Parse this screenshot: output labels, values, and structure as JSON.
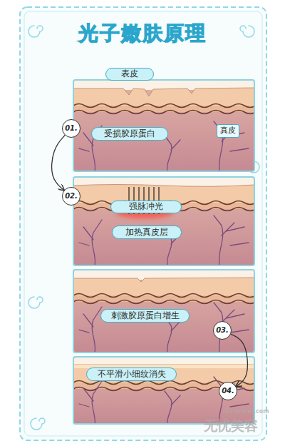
{
  "diagram": {
    "title": "光子嫩肤原理",
    "nodes": [
      {
        "text": [
          "表皮"
        ]
      },
      {
        "text": [
          "01."
        ]
      },
      {
        "text": [
          "受损胶原蛋白"
        ]
      },
      {
        "text": [
          "真皮"
        ]
      },
      {
        "text": [
          "02."
        ]
      },
      {
        "text": [
          "强脉冲光"
        ]
      },
      {
        "text": [
          "加热真皮层"
        ]
      },
      {
        "text": [
          "刺激胶原蛋白增生"
        ]
      },
      {
        "text": [
          "03."
        ]
      },
      {
        "text": [
          "不平滑小细纹消失"
        ]
      },
      {
        "text": [
          "04."
        ]
      }
    ],
    "edges": [
      {
        "from": 1,
        "to": 4,
        "arrow": "to"
      },
      {
        "from": 8,
        "to": 10,
        "arrow": "to"
      }
    ],
    "labels": [
      "无忧美容",
      "51mrmei.com"
    ]
  }
}
